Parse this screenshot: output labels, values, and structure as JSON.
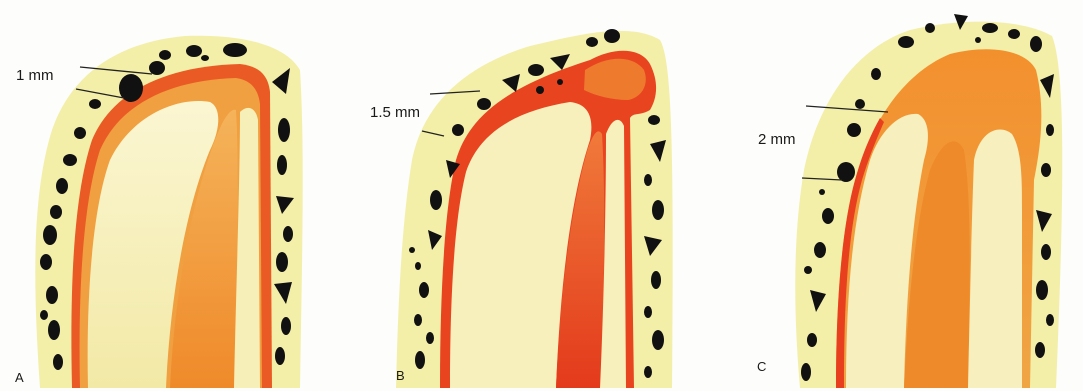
{
  "panels": [
    {
      "letter": "A",
      "measurement": "1 mm"
    },
    {
      "letter": "B",
      "measurement": "1.5 mm"
    },
    {
      "letter": "C",
      "measurement": "2 mm"
    }
  ],
  "colors": {
    "background": "#fdfdfb",
    "bone_yellow": "#f3efa8",
    "pulp_cream": "#f8f2c0",
    "dentin_orange": "#f0a03a",
    "dentin_red": "#e8401e",
    "pore_black": "#111111"
  }
}
